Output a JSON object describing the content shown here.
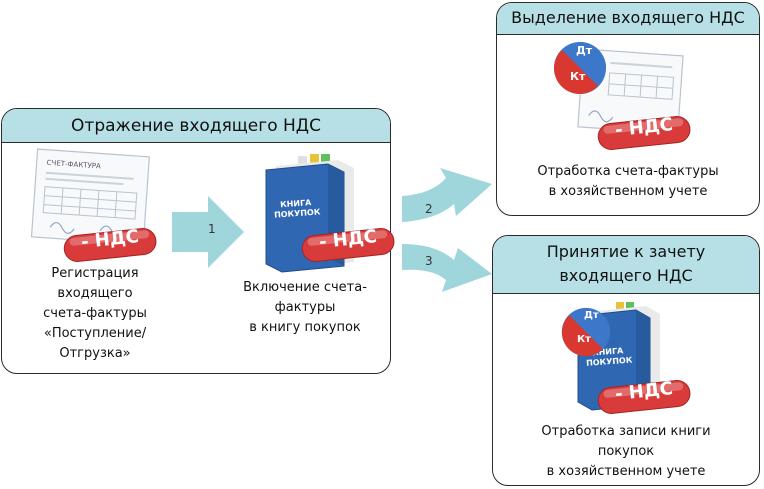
{
  "left_panel": {
    "title": "Отражение входящего НДС",
    "step1_caption": [
      "Регистрация",
      "входящего",
      "счета-фактуры",
      "«Поступление/",
      "Отгрузка»"
    ],
    "step2_caption": [
      "Включение счета-",
      "фактуры",
      "в книгу покупок"
    ],
    "invoice_doc_title": "СЧЕТ-ФАКТУРА",
    "book_label_line1": "КНИГА",
    "book_label_line2": "ПОКУПОК",
    "vat_badge": "- НДС"
  },
  "top_right_panel": {
    "title": "Выделение входящего НДС",
    "caption": [
      "Отработка счета-фактуры",
      "в хозяйственном учете"
    ],
    "debit_label": "Дт",
    "credit_label": "Кт",
    "vat_badge": "- НДС"
  },
  "bottom_right_panel": {
    "title": [
      "Принятие к зачету",
      "входящего НДС"
    ],
    "caption": [
      "Отработка записи книги",
      "покупок",
      "в хозяйственном учете"
    ],
    "debit_label": "Дт",
    "credit_label": "Кт",
    "book_label_line1": "КНИГА",
    "book_label_line2": "ПОКУПОК",
    "vat_badge": "- НДС"
  },
  "arrows": {
    "arrow1": "1",
    "arrow2": "2",
    "arrow3": "3"
  },
  "colors": {
    "header_bg": "#b6e0e6",
    "arrow_fill": "#9fd6dc",
    "badge_red": "#d93a3a",
    "book_blue": "#2f67b3",
    "coin_blue": "#3c77c9",
    "coin_red": "#d8382f"
  }
}
